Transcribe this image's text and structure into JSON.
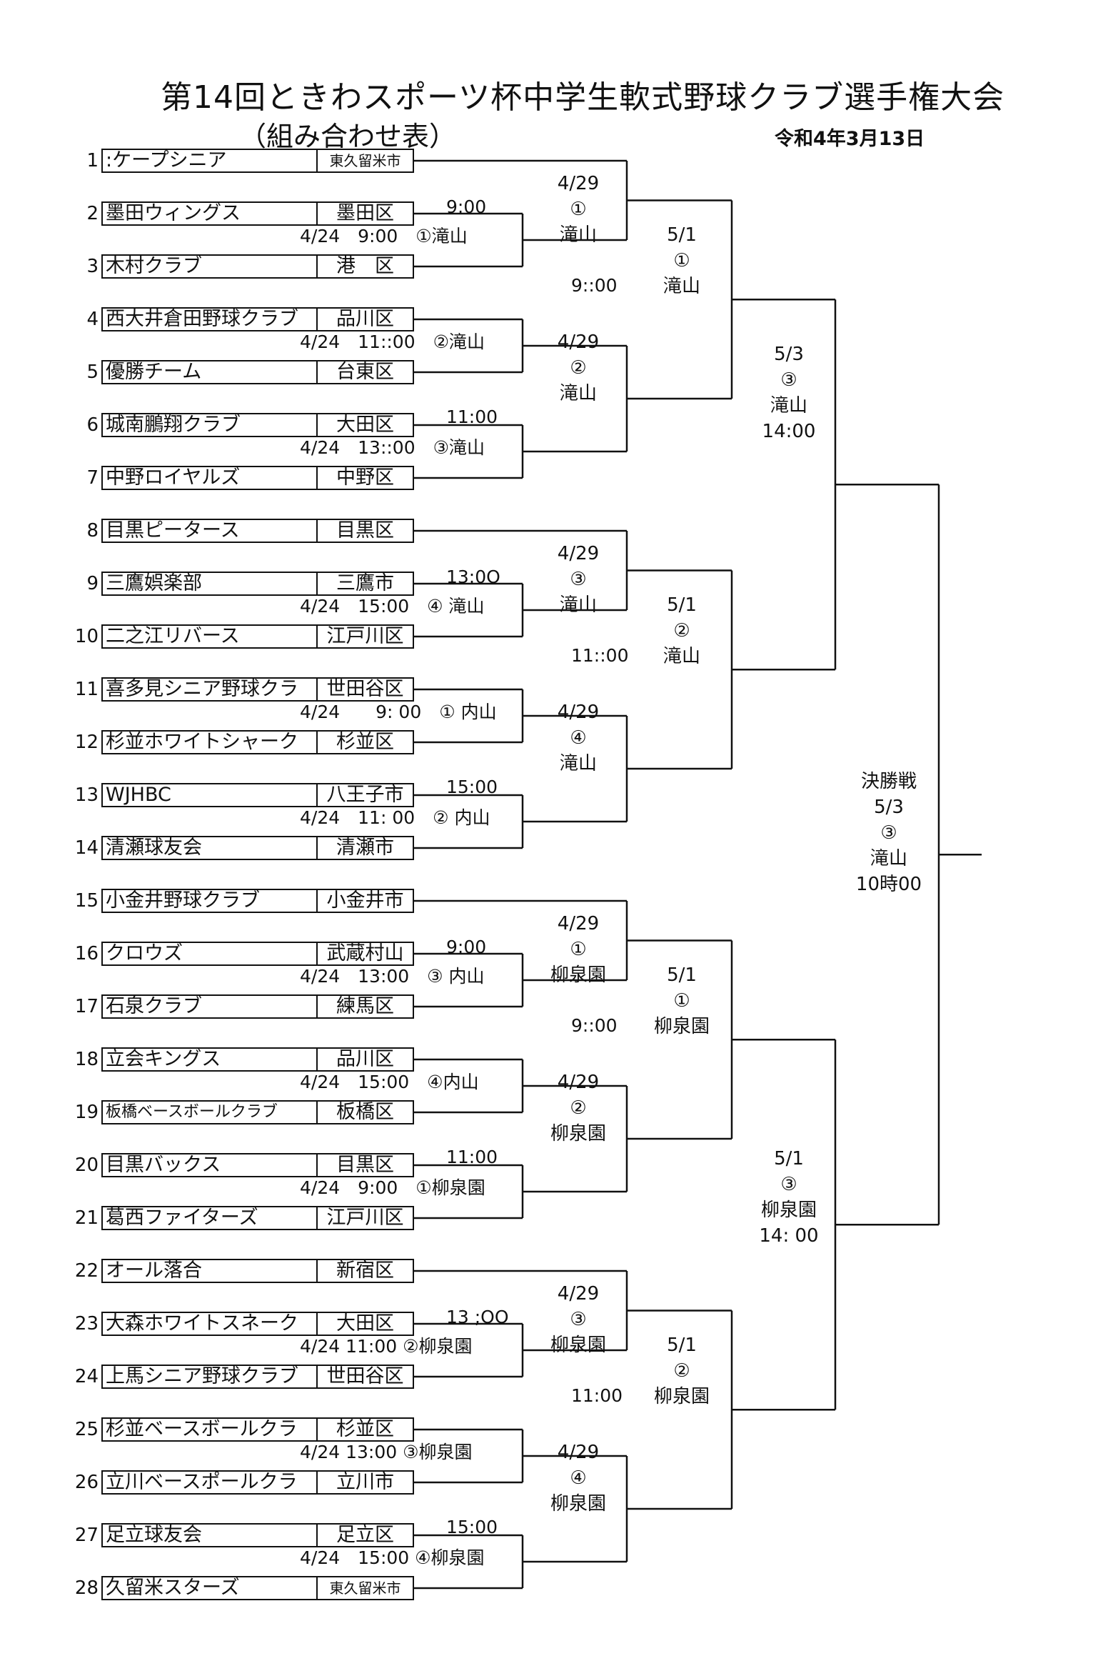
{
  "header": {
    "title": "第14回ときわスポーツ杯中学生軟式野球クラブ選手権大会",
    "subtitle": "（組み合わせ表）",
    "date": "令和4年3月13日"
  },
  "teams": [
    {
      "no": "1",
      "name": ":ケープシニア",
      "area": "東久留米市"
    },
    {
      "no": "2",
      "name": "墨田ウィングス",
      "area": "墨田区"
    },
    {
      "no": "3",
      "name": "木村クラブ",
      "area": "港　区"
    },
    {
      "no": "4",
      "name": "西大井倉田野球クラブ",
      "area": "品川区"
    },
    {
      "no": "5",
      "name": "優勝チーム",
      "area": "台東区"
    },
    {
      "no": "6",
      "name": "城南鵬翔クラブ",
      "area": "大田区"
    },
    {
      "no": "7",
      "name": "中野ロイヤルズ",
      "area": "中野区"
    },
    {
      "no": "8",
      "name": "目黒ピータース",
      "area": "目黒区"
    },
    {
      "no": "9",
      "name": "三鷹娯楽部",
      "area": "三鷹市"
    },
    {
      "no": "10",
      "name": "二之江リバース",
      "area": "江戸川区"
    },
    {
      "no": "11",
      "name": "喜多見シニア野球クラ",
      "area": "世田谷区"
    },
    {
      "no": "12",
      "name": "杉並ホワイトシャーク",
      "area": "杉並区"
    },
    {
      "no": "13",
      "name": "WJHBC",
      "area": "八王子市"
    },
    {
      "no": "14",
      "name": "清瀬球友会",
      "area": "清瀬市"
    },
    {
      "no": "15",
      "name": "小金井野球クラブ",
      "area": "小金井市"
    },
    {
      "no": "16",
      "name": "クロウズ",
      "area": "武蔵村山"
    },
    {
      "no": "17",
      "name": "石泉クラブ",
      "area": "練馬区"
    },
    {
      "no": "18",
      "name": "立会キングス",
      "area": "品川区"
    },
    {
      "no": "19",
      "name": "板橋ベースボールクラブ",
      "area": "板橋区"
    },
    {
      "no": "20",
      "name": "目黒バックス",
      "area": "目黒区"
    },
    {
      "no": "21",
      "name": "葛西ファイターズ",
      "area": "江戸川区"
    },
    {
      "no": "22",
      "name": "オール落合",
      "area": "新宿区"
    },
    {
      "no": "23",
      "name": "大森ホワイトスネーク",
      "area": "大田区"
    },
    {
      "no": "24",
      "name": "上馬シニア野球クラブ",
      "area": "世田谷区"
    },
    {
      "no": "25",
      "name": "杉並ベースボールクラ",
      "area": "杉並区"
    },
    {
      "no": "26",
      "name": "立川ベースポールクラ",
      "area": "立川市"
    },
    {
      "no": "27",
      "name": "足立球友会",
      "area": "足立区"
    },
    {
      "no": "28",
      "name": "久留米スターズ",
      "area": "東久留米市"
    }
  ],
  "r1": [
    "4/24　9:00　①滝山",
    "4/24　11::00　②滝山",
    "4/24　13::00　③滝山",
    "4/24　15:00　④ 滝山",
    "4/24　　9: 00　① 内山",
    "4/24　11: 00　② 内山",
    "4/24　13:00　③ 内山",
    "4/24　15:00　④内山",
    "4/24　9:00　①柳泉園",
    "4/24 11:00 ②柳泉園",
    "4/24 13:00 ③柳泉園",
    "4/24　15:00 ④柳泉園"
  ],
  "r2times": [
    "9:00",
    "11:00",
    "13:0O",
    "15:00",
    "9:00",
    "11:00",
    "13 ;OO",
    "15:00"
  ],
  "r2": [
    {
      "date": "4/29",
      "num": "①",
      "venue": "滝山"
    },
    {
      "date": "4/29",
      "num": "②",
      "venue": "滝山"
    },
    {
      "date": "4/29",
      "num": "③",
      "venue": "滝山"
    },
    {
      "date": "4/29",
      "num": "④",
      "venue": "滝山"
    },
    {
      "date": "4/29",
      "num": "①",
      "venue": "柳泉園"
    },
    {
      "date": "4/29",
      "num": "②",
      "venue": "柳泉園"
    },
    {
      "date": "4/29",
      "num": "③",
      "venue": "柳泉園"
    },
    {
      "date": "4/29",
      "num": "④",
      "venue": "柳泉園"
    }
  ],
  "r3times": [
    "9::00",
    "11::00",
    "9::00",
    "11:00"
  ],
  "r3": [
    {
      "date": "5/1",
      "num": "①",
      "venue": "滝山"
    },
    {
      "date": "5/1",
      "num": "②",
      "venue": "滝山"
    },
    {
      "date": "5/1",
      "num": "①",
      "venue": "柳泉園"
    },
    {
      "date": "5/1",
      "num": "②",
      "venue": "柳泉園"
    }
  ],
  "semi": [
    {
      "date": "5/3",
      "num": "③",
      "venue": "滝山",
      "time": "14:00"
    },
    {
      "date": "5/1",
      "num": "③",
      "venue": "柳泉園",
      "time": "14: 00"
    }
  ],
  "final": {
    "label": "決勝戦",
    "date": "5/3",
    "num": "③",
    "venue": "滝山",
    "time": "10時00"
  }
}
